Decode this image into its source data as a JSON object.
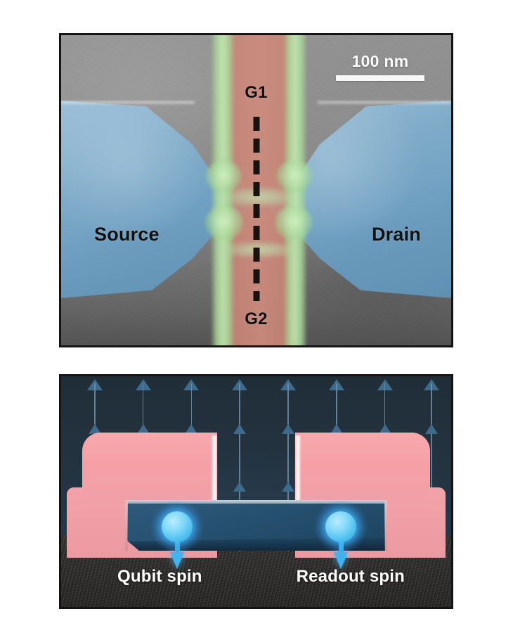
{
  "figure": {
    "panels": [
      {
        "id": "sem-micrograph",
        "kind": "false-colour SEM image",
        "labels": {
          "gate_top": "G1",
          "gate_bottom": "G2",
          "left_contact": "Source",
          "right_contact": "Drain"
        },
        "scalebar": {
          "text": "100 nm",
          "value": 100,
          "unit": "nm"
        },
        "colors": {
          "contact_blue": "#7faecd",
          "gate_red": "#ce8b7c",
          "spacer_green": "#a8d896",
          "background_grey": "#8d8d8d",
          "cut_line": "#191310"
        },
        "annotations": {
          "cut_line": "dashed vertical section line"
        }
      },
      {
        "id": "device-schematic",
        "kind": "cross-section schematic",
        "labels": {
          "left_spin": "Qubit spin",
          "right_spin": "Readout spin"
        },
        "colors": {
          "gate_pink": "#f6a0a6",
          "nanowire_blue": "#26506f",
          "spin_cyan": "#4fc0ef",
          "field_arrow": "#3e6a8c",
          "substrate_dark": "#343230",
          "sky_dark": "#233340"
        },
        "field_arrows": {
          "count": 8,
          "direction": "up",
          "heads_per_arrow": 2,
          "x_percent": [
            8.6,
            21.0,
            33.4,
            45.8,
            58.2,
            70.6,
            83.0,
            95.0
          ]
        },
        "gates": {
          "count": 2,
          "names": [
            "left-gate",
            "right-gate"
          ]
        },
        "spins": {
          "count": 2,
          "arrow_direction": "down"
        }
      }
    ]
  }
}
